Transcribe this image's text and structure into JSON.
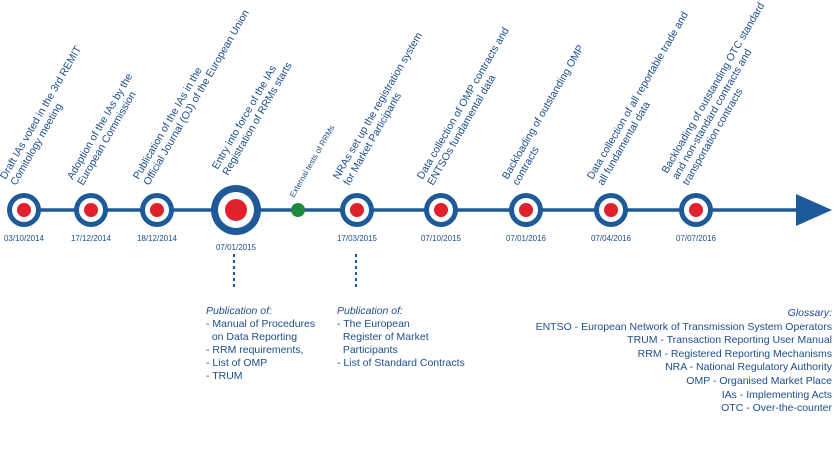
{
  "colors": {
    "line": "#1e5a9a",
    "text": "#1e4d8c",
    "ring": "#1e5a9a",
    "dot": "#e0202a",
    "green": "#1c8a3c"
  },
  "timeline": {
    "milestones": [
      {
        "date": "03/10/2014",
        "label": [
          "Draft IAs voted in the 3rd REMIT",
          "Comitology meeting"
        ]
      },
      {
        "date": "17/12/2014",
        "label": [
          "Adoption of the IAs by the",
          "European Commission"
        ]
      },
      {
        "date": "18/12/2014",
        "label": [
          "Publication of the IAs in the",
          "Official Journal (OJ) of the European Union"
        ]
      },
      {
        "date": "07/01/2015",
        "label": [
          "Entry into force of the IAs",
          "Registration of RRMs starts"
        ]
      },
      {
        "date": "",
        "label": [
          "External tests of RRMs"
        ]
      },
      {
        "date": "17/03/2015",
        "label": [
          "NRAs set up the registration system",
          "for Market Participants"
        ]
      },
      {
        "date": "07/10/2015",
        "label": [
          "Data collection of OMP contracts and",
          "ENTSOs fundamental data"
        ]
      },
      {
        "date": "07/01/2016",
        "label": [
          "Backloading of outstanding OMP",
          "contracts"
        ]
      },
      {
        "date": "07/04/2016",
        "label": [
          "Data collection of all reportable trade and",
          "all fundamental data"
        ]
      },
      {
        "date": "07/07/2016",
        "label": [
          "Backloading of outstanding OTC standard",
          "and non-standard contracts and",
          "transportation contracts"
        ]
      }
    ]
  },
  "publication_1": {
    "heading": "Publication of:",
    "items": [
      "- Manual of Procedures",
      "  on Data Reporting",
      "- RRM requirements,",
      "- List of OMP",
      "- TRUM"
    ]
  },
  "publication_2": {
    "heading": "Publication of:",
    "items": [
      "- The European",
      "  Register of Market",
      "  Participants",
      "- List of Standard Contracts"
    ]
  },
  "glossary": {
    "heading": "Glossary:",
    "items": [
      "ENTSO - European Network of Transmission System Operators",
      "TRUM - Transaction Reporting User Manual",
      "RRM - Registered Reporting Mechanisms",
      "NRA - National Regulatory Authority",
      "OMP - Organised Market Place",
      "IAs - Implementing Acts",
      "OTC - Over-the-counter"
    ]
  }
}
